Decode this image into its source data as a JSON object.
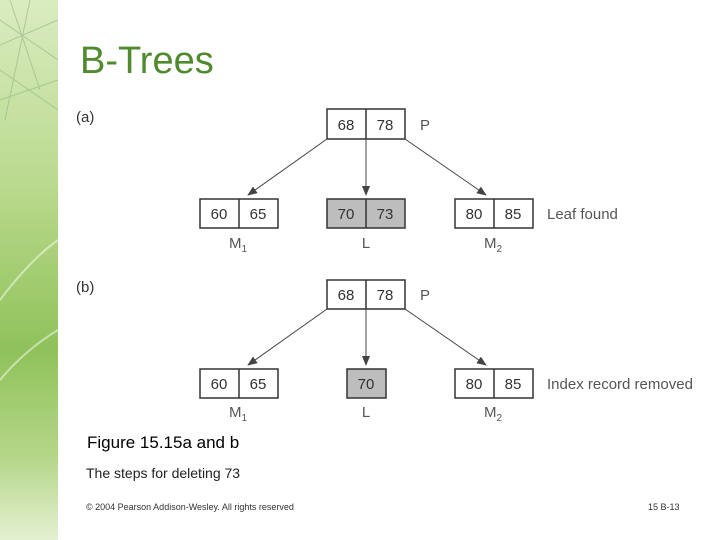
{
  "slide": {
    "title": "B-Trees",
    "caption_title": "Figure 15.15a and b",
    "caption_subtitle": "The steps for deleting 73",
    "copyright": "© 2004 Pearson Addison-Wesley. All rights reserved",
    "slide_number": "15 B-13"
  },
  "panel_a": {
    "label": "(a)",
    "root": {
      "keys": [
        "68",
        "78"
      ],
      "tag": "P"
    },
    "left_leaf": {
      "keys": [
        "60",
        "65"
      ],
      "name": "M",
      "subscript": "1"
    },
    "middle_leaf": {
      "keys": [
        "70",
        "73"
      ],
      "name": "L",
      "highlight": "#bdbdbd"
    },
    "right_leaf": {
      "keys": [
        "80",
        "85"
      ],
      "name": "M",
      "subscript": "2"
    },
    "annotation": "Leaf found"
  },
  "panel_b": {
    "label": "(b)",
    "root": {
      "keys": [
        "68",
        "78"
      ],
      "tag": "P"
    },
    "left_leaf": {
      "keys": [
        "60",
        "65"
      ],
      "name": "M",
      "subscript": "1"
    },
    "middle_leaf": {
      "keys": [
        "70"
      ],
      "name": "L",
      "highlight": "#bdbdbd"
    },
    "right_leaf": {
      "keys": [
        "80",
        "85"
      ],
      "name": "M",
      "subscript": "2"
    },
    "annotation": "Index record removed"
  },
  "colors": {
    "title": "#4f8a2e",
    "node_border": "#333333",
    "arrow": "#444444"
  }
}
